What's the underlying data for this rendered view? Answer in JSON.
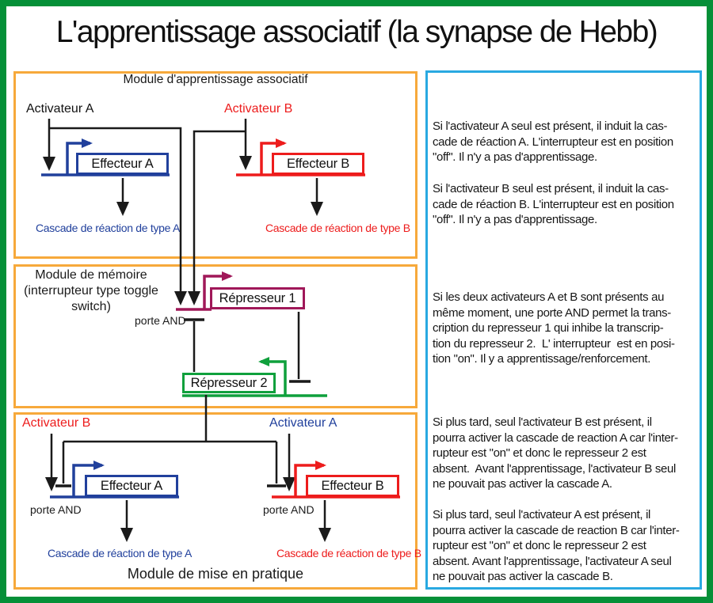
{
  "title": "L'apprentissage associatif (la synapse de Hebb)",
  "modules": {
    "learning": {
      "title": "Module d'apprentissage associatif",
      "activator_a": "Activateur A",
      "activator_b": "Activateur B",
      "effector_a": "Effecteur A",
      "effector_b": "Effecteur B",
      "cascade_a": "Cascade de réaction de type A",
      "cascade_b": "Cascade de réaction de type B"
    },
    "memory": {
      "title": "Module de mémoire\n(interrupteur type toggle\nswitch)",
      "and_gate": "porte AND",
      "repressor_1": "Répresseur 1",
      "repressor_2": "Répresseur 2"
    },
    "practice": {
      "activator_b": "Activateur B",
      "activator_a": "Activateur A",
      "effector_a": "Effecteur A",
      "effector_b": "Effecteur B",
      "and_gate_left": "porte AND",
      "and_gate_right": "porte AND",
      "cascade_a": "Cascade de réaction de type A",
      "cascade_b": "Cascade de réaction de type B",
      "title": "Module de mise en pratique"
    }
  },
  "explanations": {
    "p1": "Si l'activateur A seul est présent, il induit la cas-\ncade de réaction A. L'interrupteur est en position\n\"off\". Il n'y a pas d'apprentissage.",
    "p2": "Si l'activateur B seul est présent, il induit la cas-\ncade de réaction B. L'interrupteur est en position\n\"off\". Il n'y a pas d'apprentissage.",
    "p3": "Si les deux activateurs A et B sont présents au\nmême moment, une porte AND permet la trans-\ncription du represseur 1 qui inhibe la transcrip-\ntion du represseur 2.  L' interrupteur  est en posi-\ntion \"on\". Il y a apprentissage/renforcement.",
    "p4": "Si plus tard, seul l'activateur B est présent, il\npourra activer la cascade de reaction A car l'inter-\nrupteur est \"on\" et donc le represseur 2 est\nabsent.  Avant l'apprentissage, l'activateur B seul\nne pouvait pas activer la cascade A.",
    "p5": "Si plus tard, seul l'activateur A est présent, il\npourra activer la cascade de reaction B car l'inter-\nrupteur est \"on\" et donc le represseur 2 est\nabsent. Avant l'apprentissage, l'activateur A seul\nne pouvait pas activer la cascade B."
  },
  "colors": {
    "frame_green": "#059038",
    "module_border_orange": "#F7A93B",
    "explanation_border_blue": "#29A9E1",
    "pathway_blue": "#21409C",
    "pathway_red": "#ED1C1C",
    "repressor1_magenta": "#A01859",
    "repressor2_green": "#0FA03C",
    "line_black": "#1A1A1A"
  }
}
